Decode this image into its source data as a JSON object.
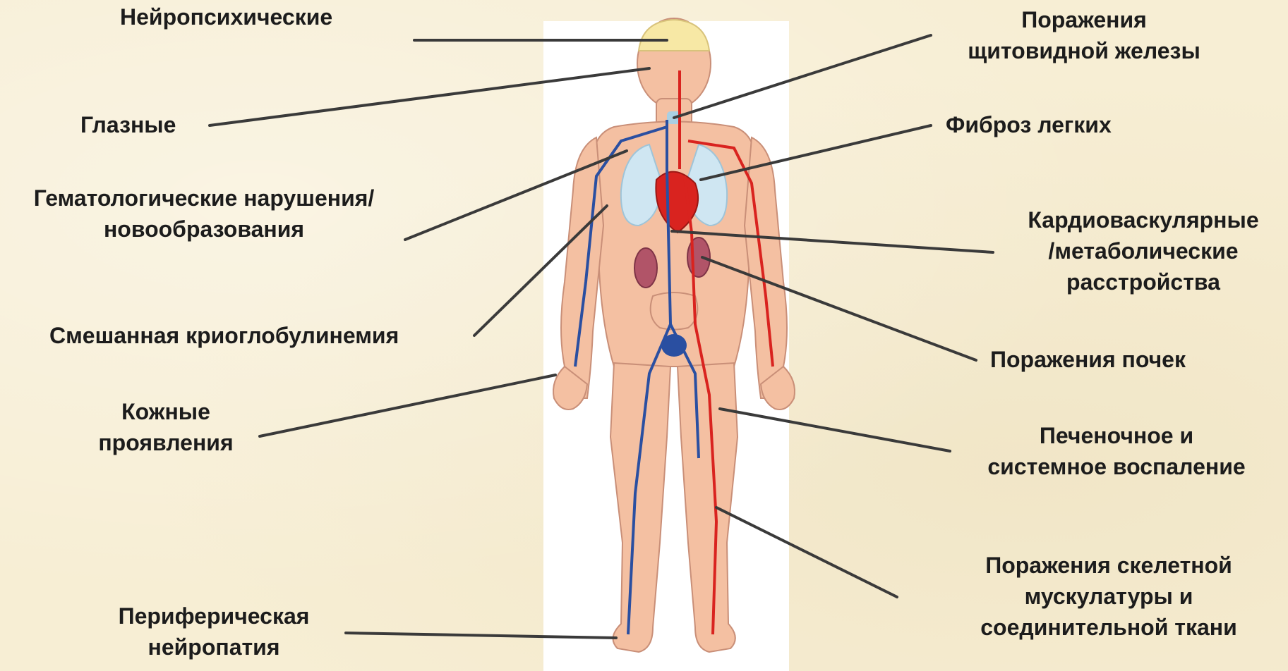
{
  "labels": {
    "neuro": [
      "Нейропсихические"
    ],
    "eye": [
      "Глазные"
    ],
    "hemat": [
      "Гематологические нарушения/",
      "новообразования"
    ],
    "cryo": [
      "Смешанная криоглобулинемия"
    ],
    "skin": [
      "Кожные",
      "проявления"
    ],
    "periph": [
      "Периферическая",
      "нейропатия"
    ],
    "thyroid": [
      "Поражения",
      "щитовидной железы"
    ],
    "lung": [
      "Фиброз легких"
    ],
    "cardio": [
      "Кардиоваскулярные",
      "/метаболические",
      "расстройства"
    ],
    "kidney": [
      "Поражения почек"
    ],
    "liver": [
      "Печеночное и",
      "системное воспаление"
    ],
    "muscle": [
      "Поражения скелетной",
      "мускулатуры  и",
      "соединительной ткани"
    ]
  },
  "colors": {
    "background": "#f7eed4",
    "skin": "#f4c0a2",
    "artery": "#d9231f",
    "vein": "#2a4fa1",
    "lung": "#cfe6f2",
    "leader": "#3a3a3a",
    "text": "#1c1c1c"
  }
}
